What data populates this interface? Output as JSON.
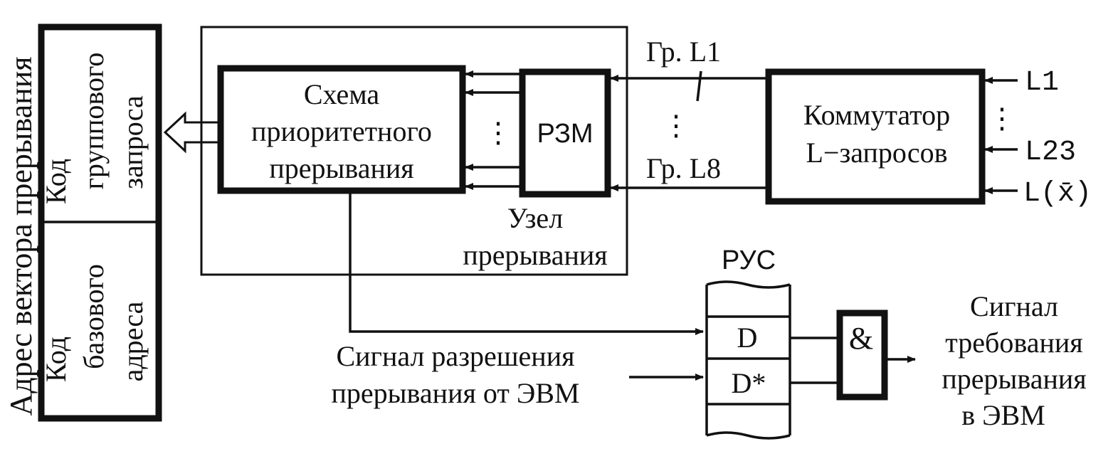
{
  "vector": {
    "side_label": "Адрес вектора прерывания",
    "group_code": [
      "Код",
      "группового",
      "запроса"
    ],
    "base_code": [
      "Код",
      "базового",
      "адреса"
    ]
  },
  "priority": [
    "Схема",
    "приоритетного",
    "прерывания"
  ],
  "rzm": "РЗМ",
  "node": [
    "Узел",
    "прерывания"
  ],
  "group_lines": {
    "first": "Гр. L1",
    "last": "Гр. L8"
  },
  "switch": [
    "Коммутатор",
    "L−запросов"
  ],
  "inputs": {
    "l1": "L1",
    "l23": "L23",
    "lx": "L(x̄)"
  },
  "rus": {
    "title": "РУС",
    "cell_d": "D",
    "cell_dstar": "D*"
  },
  "enable_signal": [
    "Сигнал разрешения",
    "прерывания от ЭВМ"
  ],
  "and_gate": "&",
  "output_signal": [
    "Сигнал",
    "требования",
    "прерывания",
    "в ЭВМ"
  ]
}
